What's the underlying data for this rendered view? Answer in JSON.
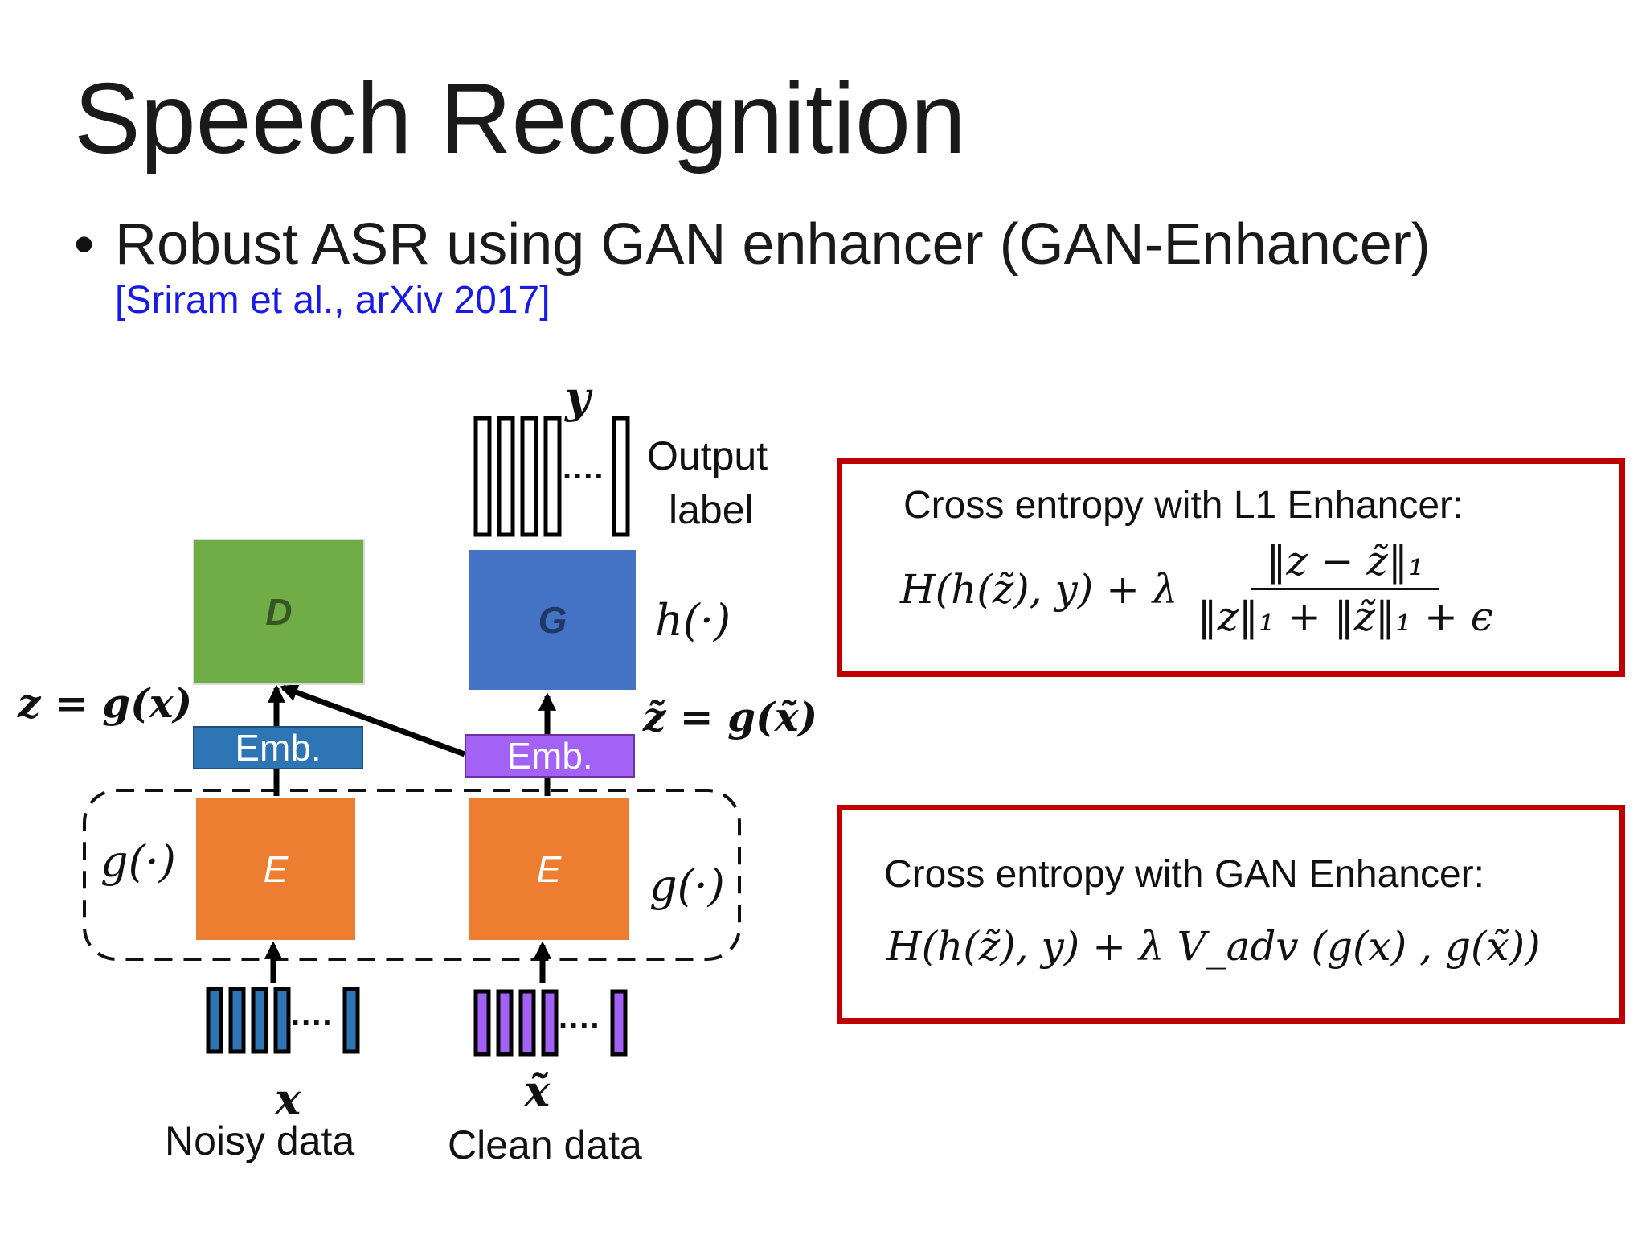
{
  "slide": {
    "title": "Speech Recognition",
    "bullet_marker": "•",
    "bullet": "Robust ASR using GAN enhancer (GAN-Enhancer)",
    "citation": "[Sriram et al., arXiv 2017]"
  },
  "diagram": {
    "output_var": "y",
    "output_label_line1": "Output",
    "output_label_line2": "label",
    "dots": "....",
    "block_D": "D",
    "block_G": "G",
    "block_E_left": "E",
    "block_E_right": "E",
    "emb_left": "Emb.",
    "emb_right": "Emb.",
    "h_func": "h(·)",
    "g_func_left": "g(·)",
    "g_func_right": "g(·)",
    "z_eq": "z = g(x)",
    "zt_eq": "z̃ = g(x̃)",
    "x_var": "x",
    "xt_var": "x̃",
    "noisy_label": "Noisy data",
    "clean_label": "Clean data"
  },
  "equations": {
    "l1_title": "Cross entropy with L1 Enhancer:",
    "l1_lhs": "H(h(z̃), y) + λ",
    "l1_num": "‖z − z̃‖₁",
    "l1_den": "‖z‖₁ + ‖z̃‖₁ + ϵ",
    "gan_title": "Cross entropy with GAN Enhancer:",
    "gan_expr": "H(h(z̃), y) + λ V_adv (g(x) , g(x̃))"
  },
  "colors": {
    "D": "#70ad47",
    "G": "#4472c4",
    "E": "#ed7d31",
    "emb_left": "#2e75b6",
    "emb_right": "#a461f5",
    "eq_border": "#c00000",
    "citation": "#1a1ae6"
  }
}
